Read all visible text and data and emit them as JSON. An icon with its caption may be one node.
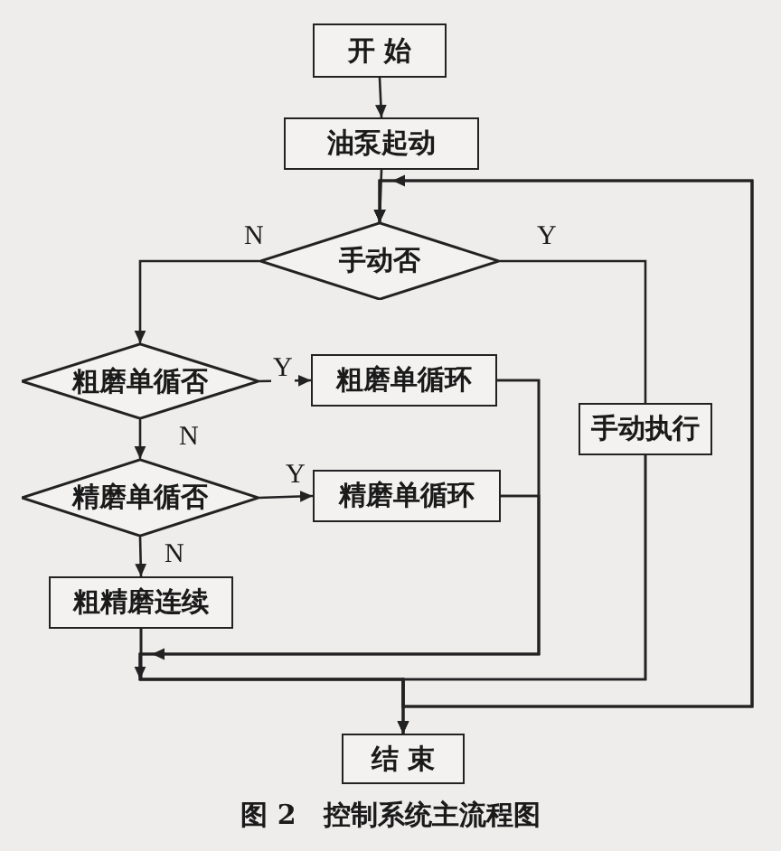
{
  "diagram": {
    "caption": "图 2　控制系统主流程图",
    "nodes": [
      {
        "text": [
          "开 始"
        ]
      },
      {
        "text": [
          "油泵起动"
        ]
      },
      {
        "text": [
          "手动否"
        ]
      },
      {
        "text": [
          "粗磨单循否"
        ]
      },
      {
        "text": [
          "粗磨单循环"
        ]
      },
      {
        "text": [
          "手动执行"
        ]
      },
      {
        "text": [
          "精磨单循否"
        ]
      },
      {
        "text": [
          "精磨单循环"
        ]
      },
      {
        "text": [
          "粗精磨连续"
        ]
      },
      {
        "text": [
          "结 束"
        ]
      }
    ],
    "edges": [
      {
        "from": 0,
        "to": 1,
        "arrow": "to"
      },
      {
        "from": 1,
        "to": 2,
        "arrow": "to"
      },
      {
        "from": 2,
        "to": 3,
        "arrow": "to",
        "label": "N"
      },
      {
        "from": 2,
        "to": 5,
        "arrow": "none",
        "label": "Y"
      },
      {
        "from": 3,
        "to": 4,
        "arrow": "to",
        "label": "Y"
      },
      {
        "from": 3,
        "to": 6,
        "arrow": "to",
        "label": "N"
      },
      {
        "from": 6,
        "to": 7,
        "arrow": "to",
        "label": "Y"
      },
      {
        "from": 6,
        "to": 8,
        "arrow": "to",
        "label": "N"
      },
      {
        "from": 4,
        "to": 9,
        "arrow": "to"
      },
      {
        "from": 7,
        "to": 9,
        "arrow": "to"
      },
      {
        "from": 8,
        "to": 9,
        "arrow": "to"
      },
      {
        "from": 5,
        "to": 9,
        "arrow": "to"
      },
      {
        "from": 4,
        "to": 2,
        "arrow": "to"
      },
      {
        "from": 7,
        "to": 2,
        "arrow": "to"
      },
      {
        "from": 8,
        "to": 2,
        "arrow": "to"
      },
      {
        "from": 5,
        "to": 2,
        "arrow": "to"
      }
    ]
  }
}
